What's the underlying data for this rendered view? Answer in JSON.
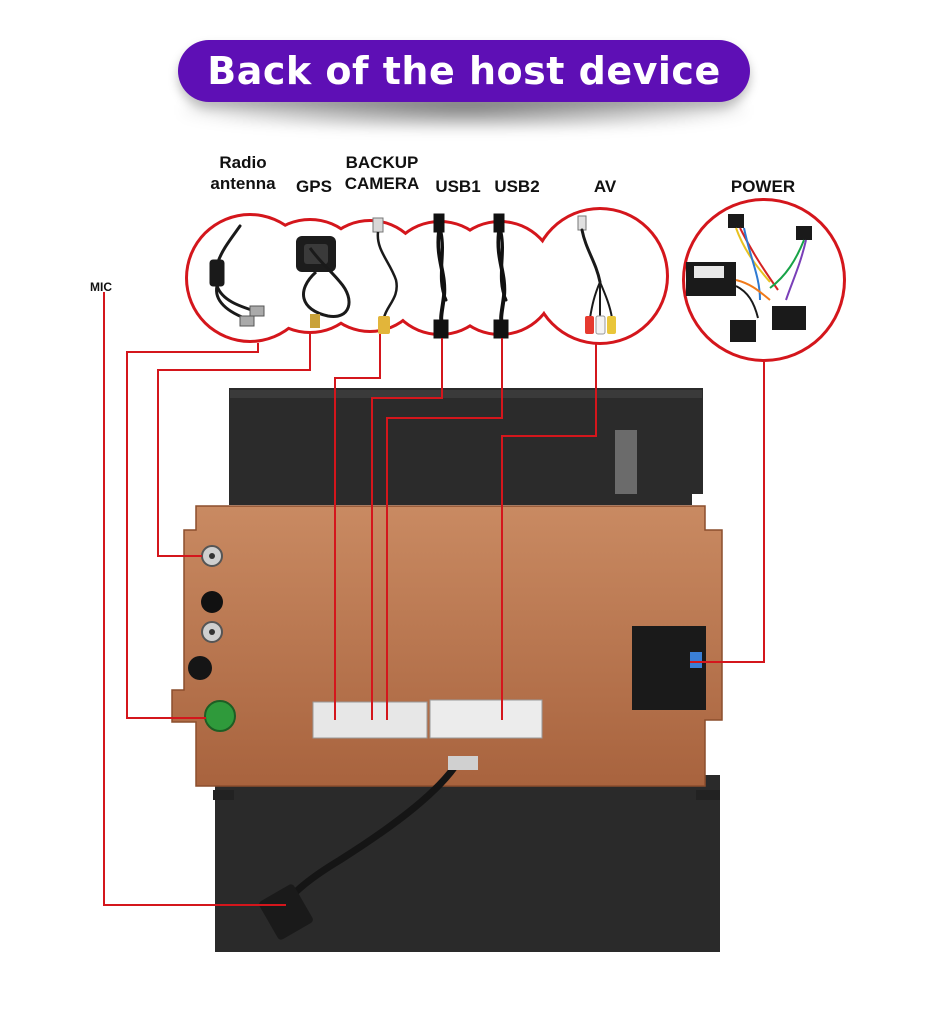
{
  "title": "Back of the host device",
  "labels": {
    "radio_antenna": "Radio\nantenna",
    "gps": "GPS",
    "backup_camera": "BACKUP\nCAMERA",
    "usb1": "USB1",
    "usb2": "USB2",
    "av": "AV",
    "power": "POWER",
    "mic": "MIC"
  },
  "colors": {
    "title_bg": "#5e0fb5",
    "connector_line": "#d4161c",
    "bracket": "#c07a55",
    "chassis": "#2b2b2b"
  },
  "icons": [
    "radio-antenna-cable-icon",
    "gps-antenna-icon",
    "backup-camera-cable-icon",
    "usb-cable-icon",
    "usb-cable-icon",
    "av-rca-cable-icon",
    "power-harness-icon",
    "mic-cable-icon"
  ]
}
